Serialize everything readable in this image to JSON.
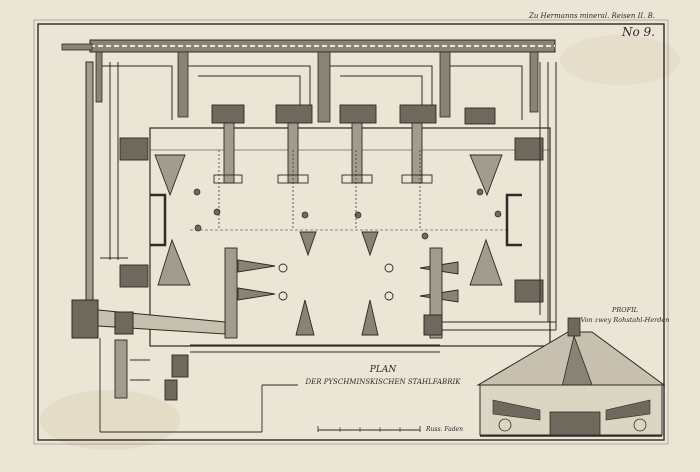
{
  "header": {
    "publication_note": "Zu Hermanns mineral. Reisen II. B.",
    "plate_number": "No 9."
  },
  "plan": {
    "title": "PLAN",
    "subtitle": "DER PYSCHMINSKISCHEN STAHLFABRIK"
  },
  "profile": {
    "title": "PROFIL",
    "subtitle": "Von zwey Rohstahl-Herden"
  },
  "scale": {
    "label": "Russ. Faden"
  },
  "colors": {
    "paper": "#ebe5d5",
    "ink": "#2b2a26"
  }
}
